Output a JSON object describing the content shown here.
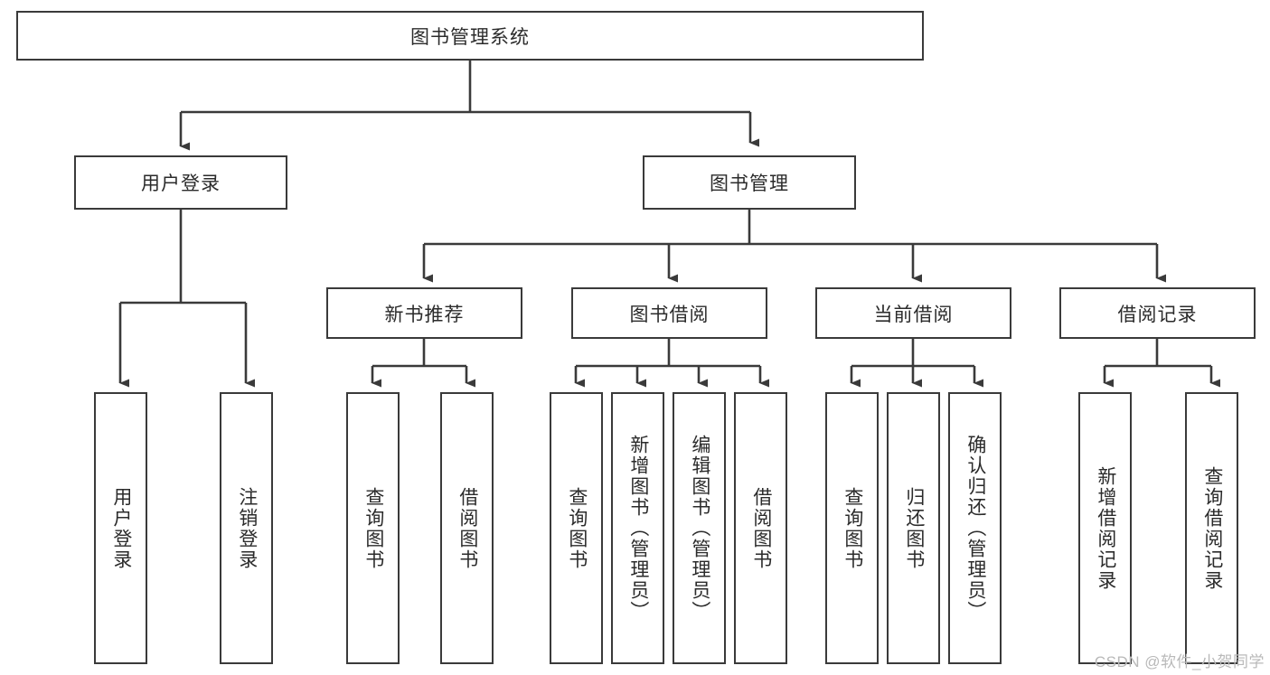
{
  "diagram": {
    "title": "图书管理系统",
    "type": "functional-decomposition-tree",
    "watermark": "CSDN @软件_小贺同学",
    "colors": {
      "stroke": "#3a3a3a",
      "fill": "#ffffff",
      "text": "#2b2b2b",
      "watermark": "#b9b9b9"
    },
    "nodes": {
      "root": {
        "label": "图书管理系统"
      },
      "level2": [
        {
          "label": "用户登录"
        },
        {
          "label": "图书管理"
        }
      ],
      "level3": [
        {
          "label": "新书推荐"
        },
        {
          "label": "图书借阅"
        },
        {
          "label": "当前借阅"
        },
        {
          "label": "借阅记录"
        }
      ],
      "leaves": {
        "user_login": [
          {
            "label": "用户登录"
          },
          {
            "label": "注销登录"
          }
        ],
        "new_book": [
          {
            "label": "查询图书"
          },
          {
            "label": "借阅图书"
          }
        ],
        "book_borrow": [
          {
            "label": "查询图书"
          },
          {
            "label": "新增图书（管理员）"
          },
          {
            "label": "编辑图书（管理员）"
          },
          {
            "label": "借阅图书"
          }
        ],
        "current_borrow": [
          {
            "label": "查询图书"
          },
          {
            "label": "归还图书"
          },
          {
            "label": "确认归还（管理员）"
          }
        ],
        "borrow_record": [
          {
            "label": "新增借阅记录"
          },
          {
            "label": "查询借阅记录"
          }
        ]
      }
    }
  }
}
